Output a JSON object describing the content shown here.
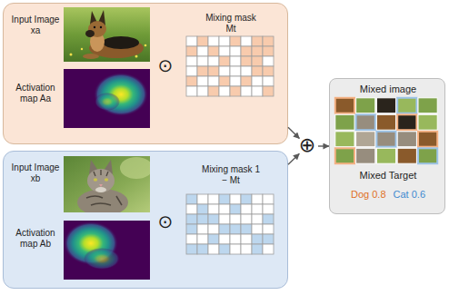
{
  "diagram": {
    "nodes": [
      {
        "text": [
          "Input Image xa",
          "Activation map Aa",
          "Mixing mask Mt"
        ]
      },
      {
        "text": [
          "Input Image xb",
          "Activation map Ab",
          "Mixing mask 1 − Mt"
        ]
      },
      {
        "text": [
          "⊕"
        ]
      },
      {
        "text": [
          "Mixed image",
          "Mixed Target",
          "Dog 0.8",
          "Cat 0.6"
        ]
      }
    ],
    "edges": [
      {
        "from": 0,
        "to": 2,
        "arrow": "to"
      },
      {
        "from": 1,
        "to": 2,
        "arrow": "to"
      },
      {
        "from": 2,
        "to": 3,
        "arrow": "to"
      }
    ],
    "labels": [
      "⊙",
      "⊙"
    ]
  }
}
